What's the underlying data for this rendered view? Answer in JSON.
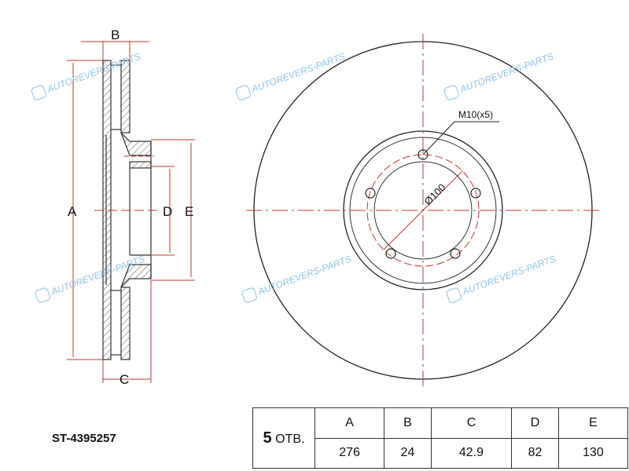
{
  "part_number": "ST-4395257",
  "watermark": "AUTOREVERS-PARTS",
  "watermark_logo": "AR",
  "labels": {
    "A": "A",
    "B": "B",
    "C": "C",
    "D": "D",
    "E": "E",
    "bolt": "M10(x5)",
    "pcd": "Ø100"
  },
  "table": {
    "holes_count": "5",
    "holes_label": "ОТВ.",
    "headers": [
      "A",
      "B",
      "C",
      "D",
      "E"
    ],
    "values": [
      "276",
      "24",
      "42.9",
      "82",
      "130"
    ]
  },
  "colors": {
    "dimension": "#c0392b",
    "outline": "#333333",
    "watermark": "#8fc3ea"
  }
}
